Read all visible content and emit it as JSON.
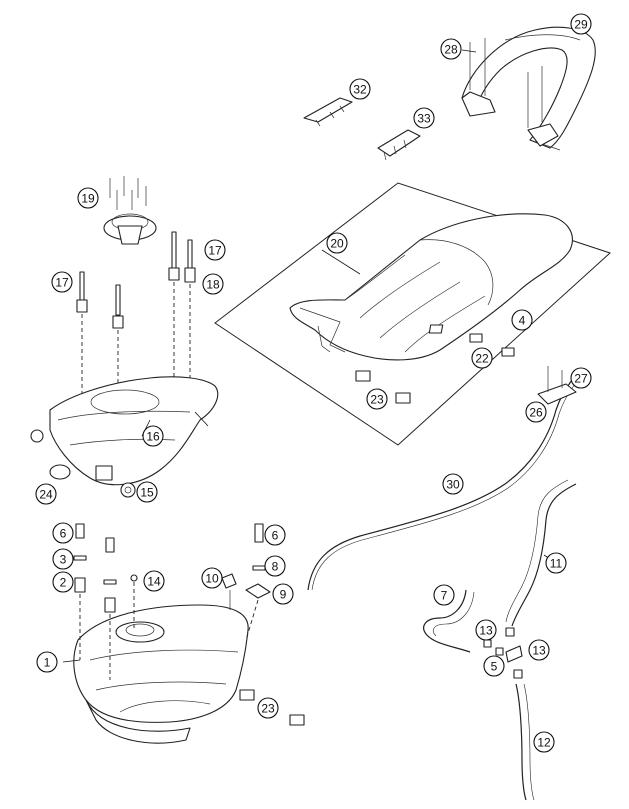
{
  "callouts": [
    {
      "id": "c1",
      "label": "1"
    },
    {
      "id": "c2",
      "label": "2"
    },
    {
      "id": "c3",
      "label": "3"
    },
    {
      "id": "c4",
      "label": "4"
    },
    {
      "id": "c5",
      "label": "5"
    },
    {
      "id": "c6a",
      "label": "6"
    },
    {
      "id": "c6b",
      "label": "6"
    },
    {
      "id": "c7",
      "label": "7"
    },
    {
      "id": "c8",
      "label": "8"
    },
    {
      "id": "c9",
      "label": "9"
    },
    {
      "id": "c10",
      "label": "10"
    },
    {
      "id": "c11",
      "label": "11"
    },
    {
      "id": "c12",
      "label": "12"
    },
    {
      "id": "c13a",
      "label": "13"
    },
    {
      "id": "c13b",
      "label": "13"
    },
    {
      "id": "c14",
      "label": "14"
    },
    {
      "id": "c15",
      "label": "15"
    },
    {
      "id": "c16",
      "label": "16"
    },
    {
      "id": "c17a",
      "label": "17"
    },
    {
      "id": "c17b",
      "label": "17"
    },
    {
      "id": "c18",
      "label": "18"
    },
    {
      "id": "c19",
      "label": "19"
    },
    {
      "id": "c20",
      "label": "20"
    },
    {
      "id": "c22",
      "label": "22"
    },
    {
      "id": "c23a",
      "label": "23"
    },
    {
      "id": "c23b",
      "label": "23"
    },
    {
      "id": "c24",
      "label": "24"
    },
    {
      "id": "c26",
      "label": "26"
    },
    {
      "id": "c27",
      "label": "27"
    },
    {
      "id": "c28",
      "label": "28"
    },
    {
      "id": "c29",
      "label": "29"
    },
    {
      "id": "c30",
      "label": "30"
    },
    {
      "id": "c32",
      "label": "32"
    },
    {
      "id": "c33",
      "label": "33"
    }
  ]
}
